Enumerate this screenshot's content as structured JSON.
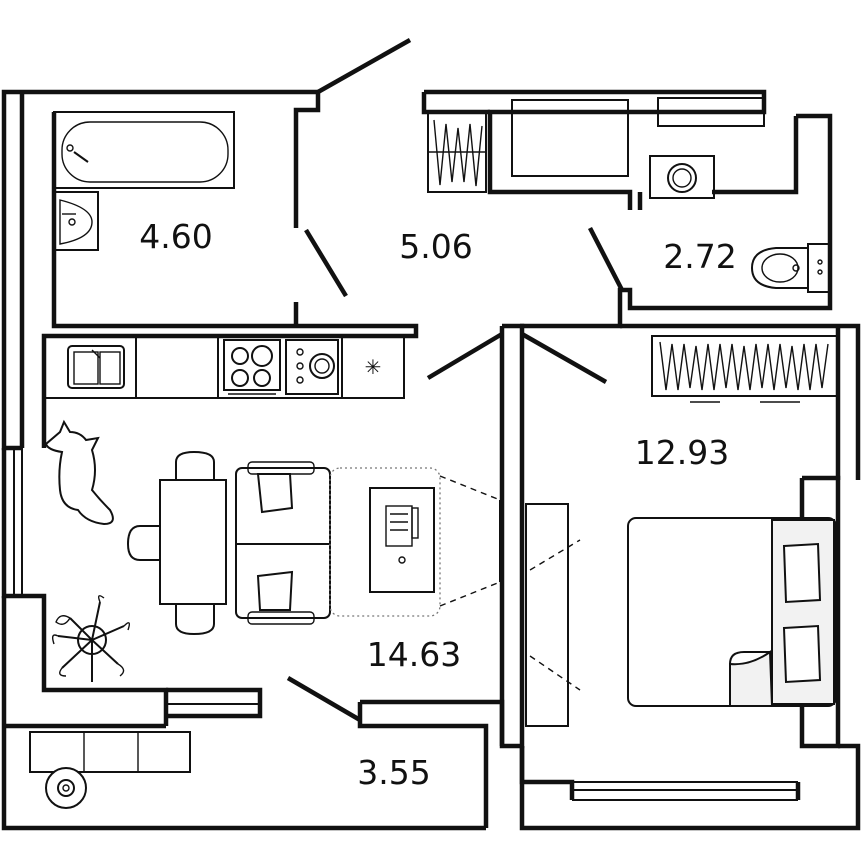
{
  "rooms": {
    "bathroom": {
      "area": "4.60"
    },
    "hallway": {
      "area": "5.06"
    },
    "toilet": {
      "area": "2.72"
    },
    "bedroom": {
      "area": "12.93"
    },
    "living_kitchen": {
      "area": "14.63"
    },
    "balcony": {
      "area": "3.55"
    }
  },
  "icons": {
    "bathtub": "bathtub-icon",
    "washbasin": "washbasin-icon",
    "toilet": "toilet-icon",
    "washing_machine": "washing-machine-icon",
    "kitchen_sink": "kitchen-sink-icon",
    "stove": "stove-icon",
    "hood": "extractor-icon",
    "fridge": "fridge-icon",
    "cat": "cat-icon",
    "plant": "plant-icon",
    "bed": "bed-icon",
    "tv": "tv-icon",
    "sofa": "sofa-icon",
    "dining_table": "dining-table-icon",
    "laptop": "laptop-icon",
    "stroller": "stroller-icon"
  },
  "colors": {
    "line": "#111111",
    "background": "#ffffff",
    "soft_fill": "#f2f2f2"
  }
}
